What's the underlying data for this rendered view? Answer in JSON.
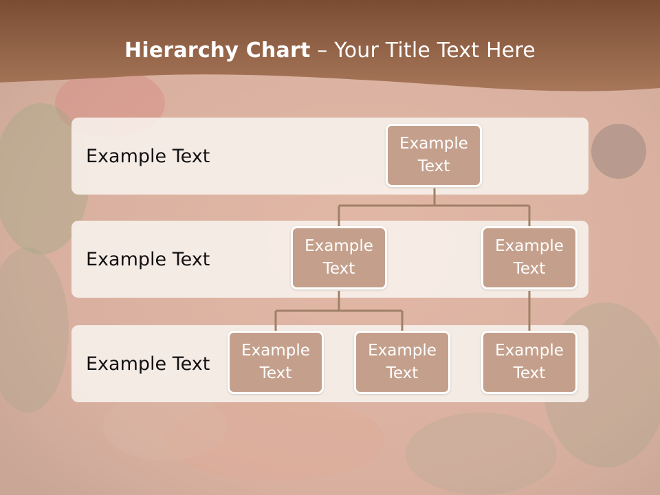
{
  "title": {
    "bold": "Hierarchy Chart",
    "rest": " – Your Title Text Here"
  },
  "rows": [
    {
      "label": "Example Text"
    },
    {
      "label": "Example Text"
    },
    {
      "label": "Example Text"
    }
  ],
  "nodes": {
    "root": "Example Text",
    "level2_left": "Example Text",
    "level2_right": "Example Text",
    "level3_left": "Example Text",
    "level3_middle": "Example Text",
    "level3_right": "Example Text"
  },
  "colors": {
    "header": "#8c5a3c",
    "node_fill": "#c4a08c",
    "connector": "#a08068"
  }
}
